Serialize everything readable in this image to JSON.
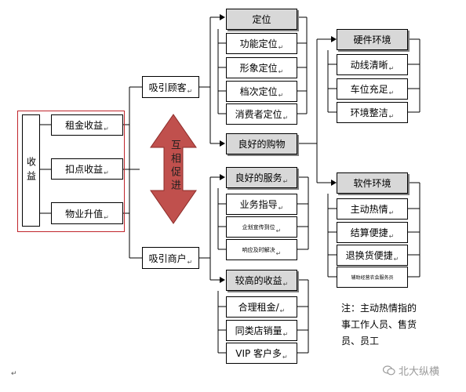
{
  "income": {
    "main": "收益",
    "items": [
      "租金收益",
      "扣点收益",
      "物业升值"
    ]
  },
  "arrow_text": "互相促进",
  "attract_customers": "吸引顾客",
  "attract_merchants": "吸引商户",
  "positioning": {
    "header": "定位",
    "items": [
      "功能定位",
      "形象定位",
      "档次定位",
      "消费者定位"
    ]
  },
  "shopping": "良好的购物",
  "hardware": {
    "header": "硬件环境",
    "items": [
      "动线清晰",
      "车位充足",
      "环境整洁"
    ]
  },
  "service": {
    "header": "良好的服务",
    "items": [
      "业务指导",
      "企划宣传到位",
      "响应及时解决"
    ]
  },
  "software": {
    "header": "软件环境",
    "items": [
      "主动热情",
      "结算便捷",
      "退换货便捷",
      "辅助经营农会服务员"
    ]
  },
  "revenue": {
    "header": "较高的收益",
    "items": [
      "合理租金/",
      "同类店销量",
      "VIP 客户多"
    ]
  },
  "note": "注：主动热情指的事工作人员、售货员、员工",
  "note_lines": [
    "注：主动热情指的",
    "事工作人员、售货",
    "员、员工"
  ],
  "watermark": "北大纵横",
  "colors": {
    "frame_red": "#c0262c",
    "arrow_red": "#c0504d",
    "header_gray": "#d8d8d8"
  }
}
